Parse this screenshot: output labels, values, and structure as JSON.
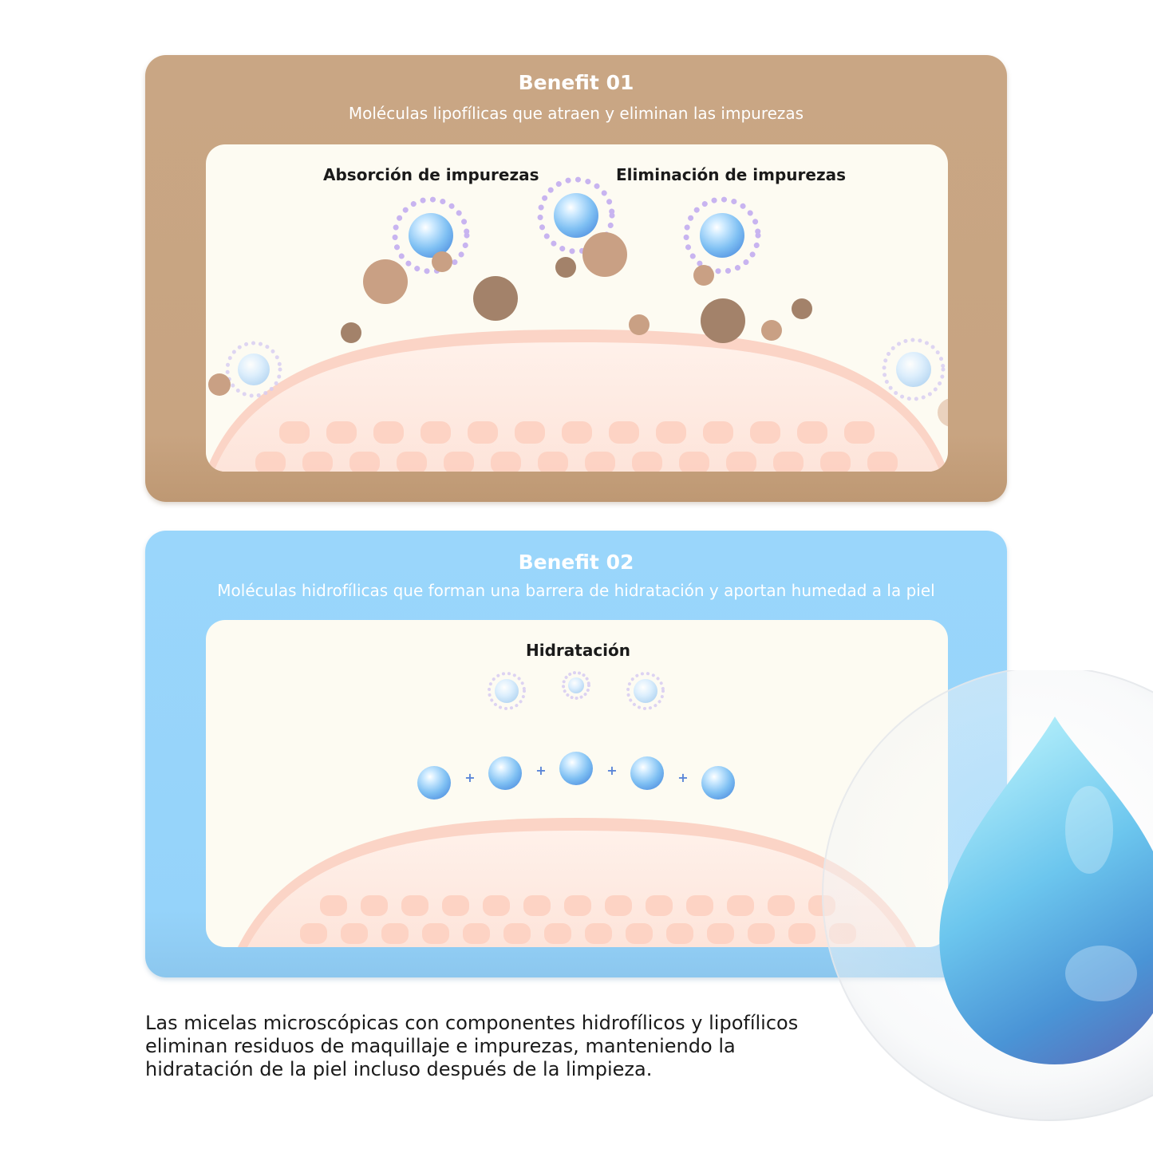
{
  "benefit1": {
    "title": "Benefit 01",
    "subtitle": "Moléculas lipofílicas que atraen y eliminan las impurezas",
    "label_left": "Absorción de impurezas",
    "label_right": "Eliminación de impurezas"
  },
  "benefit2": {
    "title": "Benefit 02",
    "subtitle": "Moléculas hidrofílicas que forman una barrera de hidratación y aportan humedad a la piel",
    "label": "Hidratación"
  },
  "caption": "Las micelas microscópicas con componentes hidrofílicos y lipofílicos eliminan residuos de maquillaje e impurezas, manteniendo la hidratación de la piel incluso después de la limpieza.",
  "colors": {
    "brown_card": "#c9a684",
    "blue_card": "#95d3fa",
    "panel": "#fdfbf2",
    "skin": "#fde6dd",
    "skin_cell": "#fdd3c4",
    "impurity_dark": "#a3826a",
    "impurity_light": "#c9a084",
    "micelle": "#7cbdf2"
  },
  "icons": [
    "micelle-icon",
    "impurity-particle-icon",
    "skin-layer-icon",
    "water-drop-icon",
    "bubble-icon"
  ]
}
